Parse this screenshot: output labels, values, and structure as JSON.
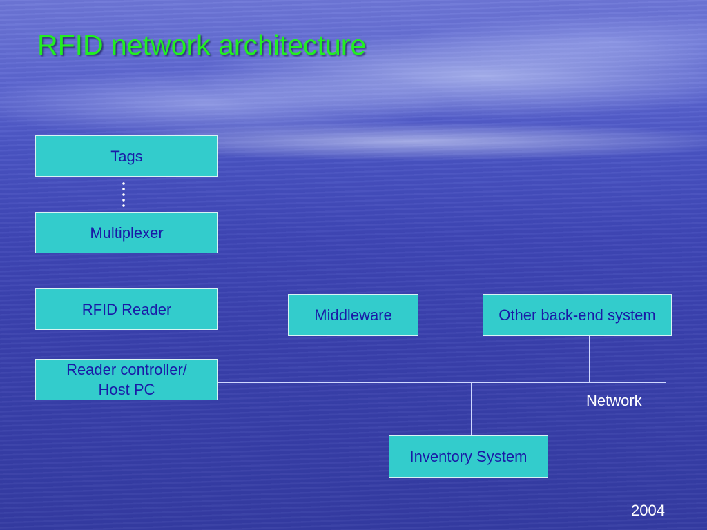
{
  "title": "RFID network architecture",
  "nodes": {
    "tags": "Tags",
    "multiplexer": "Multiplexer",
    "rfid_reader": "RFID Reader",
    "reader_controller_line1": "Reader controller/",
    "reader_controller_line2": "Host PC",
    "middleware": "Middleware",
    "other_backend": "Other back-end system",
    "inventory": "Inventory System"
  },
  "network_label": "Network",
  "year": "2004",
  "colors": {
    "title": "#22ee22",
    "box_fill": "#33cccc",
    "box_text": "#1a1aa6",
    "label_text": "#ffffff"
  }
}
